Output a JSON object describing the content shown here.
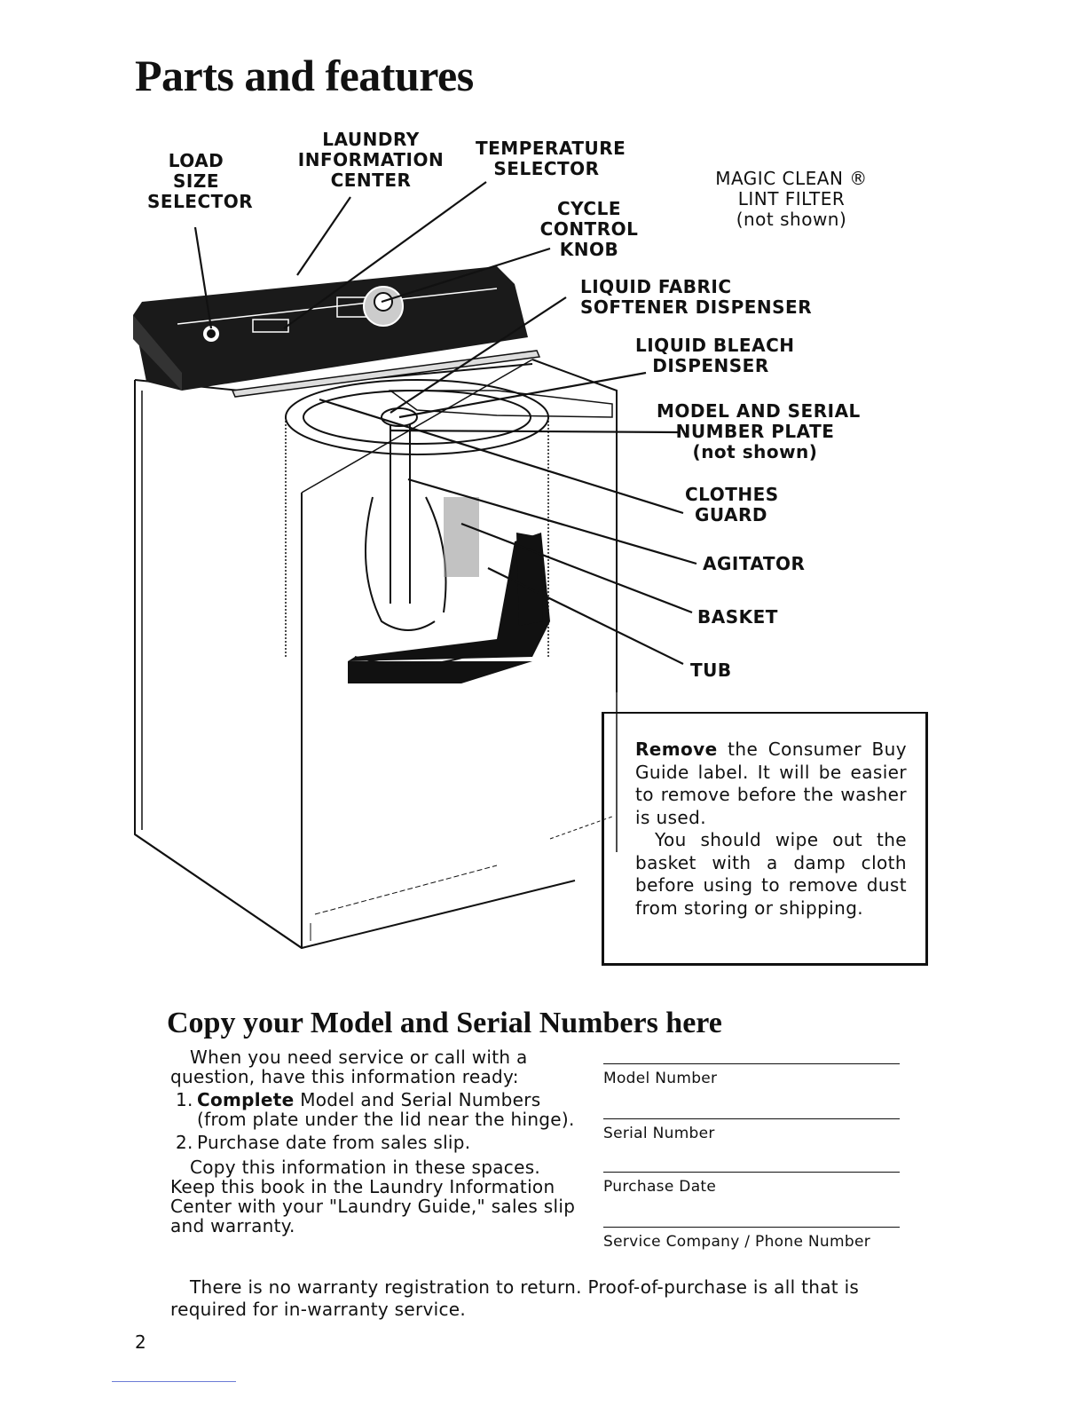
{
  "title": "Parts and features",
  "labels": {
    "load_size": "LOAD\nSIZE\nSELECTOR",
    "laundry_info": "LAUNDRY\nINFORMATION\nCENTER",
    "temperature": "TEMPERATURE\nSELECTOR",
    "cycle_control": "CYCLE\nCONTROL\nKNOB",
    "magic_clean": "MAGIC CLEAN ®\nLINT FILTER\n(not shown)",
    "fabric_softener": "LIQUID FABRIC\nSOFTENER DISPENSER",
    "bleach": "LIQUID BLEACH\nDISPENSER",
    "model_serial": "MODEL AND SERIAL\nNUMBER PLATE\n(not shown)",
    "clothes_guard": "CLOTHES\nGUARD",
    "agitator": "AGITATOR",
    "basket": "BASKET",
    "tub": "TUB"
  },
  "note": {
    "bold_lead": "Remove",
    "para1_rest": " the Consumer Buy Guide label. It will be easier to remove before the washer is used.",
    "para2": "You should wipe out the basket with a damp cloth before using to remove dust from storing or shipping."
  },
  "copy_section": {
    "heading": "Copy your Model and Serial Numbers here",
    "intro": "When you need service or call with a question, have this information ready:",
    "items": [
      {
        "num": "1.",
        "bold": "Complete",
        "text": " Model and Serial Numbers (from plate under the lid near the hinge)."
      },
      {
        "num": "2.",
        "bold": "",
        "text": "Purchase date from sales slip."
      }
    ],
    "instructions": "Copy this information in these spaces. Keep this book in the Laundry Information Center with your \"Laundry Guide,\" sales slip and warranty.",
    "fields": [
      "Model Number",
      "Serial Number",
      "Purchase Date",
      "Service Company / Phone Number"
    ]
  },
  "footer": "There is no warranty registration to return. Proof-of-purchase is all that is required for in-warranty service.",
  "page_number": "2"
}
